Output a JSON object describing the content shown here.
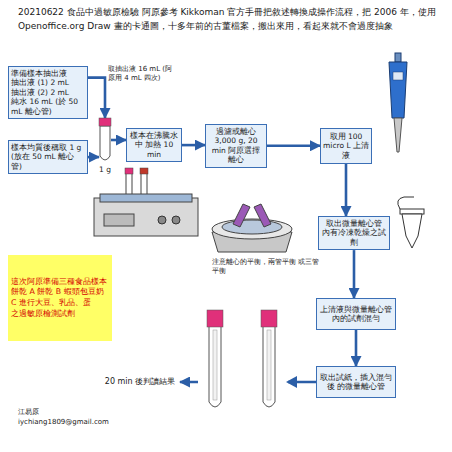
{
  "diagram": {
    "title": "20210622 食品中過敏原檢驗 阿原參考 Kikkoman 官方手冊把敘述轉換成操作流程，把 2006 年，使用 Openoffice.org Draw 畫的卡通圖，十多年前的古董檔案，搬出來用，看起來就不會過度抽象",
    "nodes": [
      {
        "text": [
          "準備樣本抽出液 抽出液 (1) 2 mL 抽出液 (2) 2 mL 純水 16 mL (於 50 mL 離心管)"
        ]
      },
      {
        "text": [
          "1 g"
        ]
      },
      {
        "text": [
          "樣本均質後稱取 1 g (放在 50 mL 離心管)"
        ]
      },
      {
        "text": [
          "樣本在沸騰水中 加熱 10 min"
        ]
      },
      {
        "text": [
          "過濾或離心 3,000 g, 20 min 阿原選擇離心"
        ]
      },
      {
        "text": [
          "取用 100 micro L 上清液"
        ]
      },
      {
        "text": [
          "取出微量離心管 內有冷凍乾燥之試劑"
        ]
      },
      {
        "text": [
          "這次阿原準備三種食品樣本 餅乾 A 餅乾 B 蝦頭包豆奶 C 進行大豆、乳品、蛋 之過敏原檢測試劑"
        ]
      },
      {
        "text": [
          "上清液與微量離心管 內的試劑混勻"
        ]
      },
      {
        "text": [
          "取出試紙，插入混勻後 的微量離心管"
        ]
      },
      {
        "text": [
          "20 min 後判讀結果"
        ]
      }
    ],
    "edges": [
      {
        "from": 0,
        "to": 1,
        "arrow": "to",
        "label": "取抽出液 16 mL (阿原用 4 mL 四次)"
      },
      {
        "from": 2,
        "to": 1,
        "arrow": "to"
      },
      {
        "from": 1,
        "to": 3,
        "arrow": "to"
      },
      {
        "from": 3,
        "to": 4,
        "arrow": "to"
      },
      {
        "from": 4,
        "to": 5,
        "arrow": "to"
      },
      {
        "from": 5,
        "to": 6,
        "arrow": "to"
      },
      {
        "from": 6,
        "to": 8,
        "arrow": "to"
      },
      {
        "from": 8,
        "to": 9,
        "arrow": "to"
      },
      {
        "from": 9,
        "to": 10,
        "arrow": "to"
      }
    ],
    "labels": [
      "注意離心的平衡，兩管平衡 或三管平衡",
      "江易原",
      "iychiang1809@gmail.com"
    ]
  }
}
